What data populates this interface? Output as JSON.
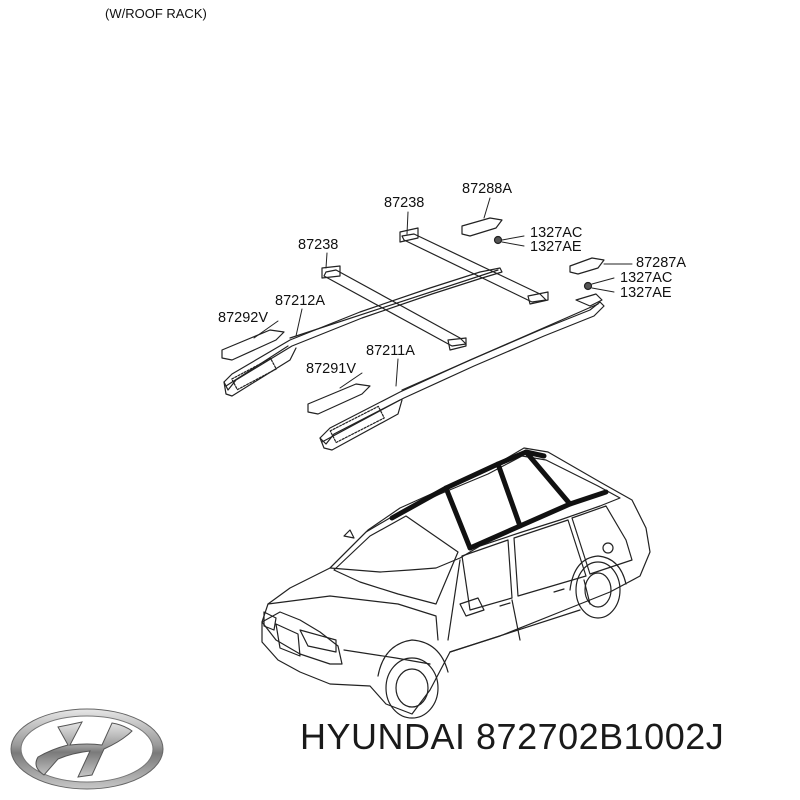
{
  "caption": "(W/ROOF RACK)",
  "labels": {
    "l87238_right": "87238",
    "l87288A": "87288A",
    "l87238_left": "87238",
    "l1327AC_1": "1327AC",
    "l1327AE_1": "1327AE",
    "l87287A": "87287A",
    "l1327AC_2": "1327AC",
    "l1327AE_2": "1327AE",
    "l87212A": "87212A",
    "l87292V": "87292V",
    "l87211A": "87211A",
    "l87291V": "87291V"
  },
  "footer": {
    "brand": "HYUNDAI",
    "part_number": "872702B1002J",
    "text": "HYUNDAI 872702B1002J"
  },
  "icons": {
    "logo": "hyundai-logo-icon"
  }
}
